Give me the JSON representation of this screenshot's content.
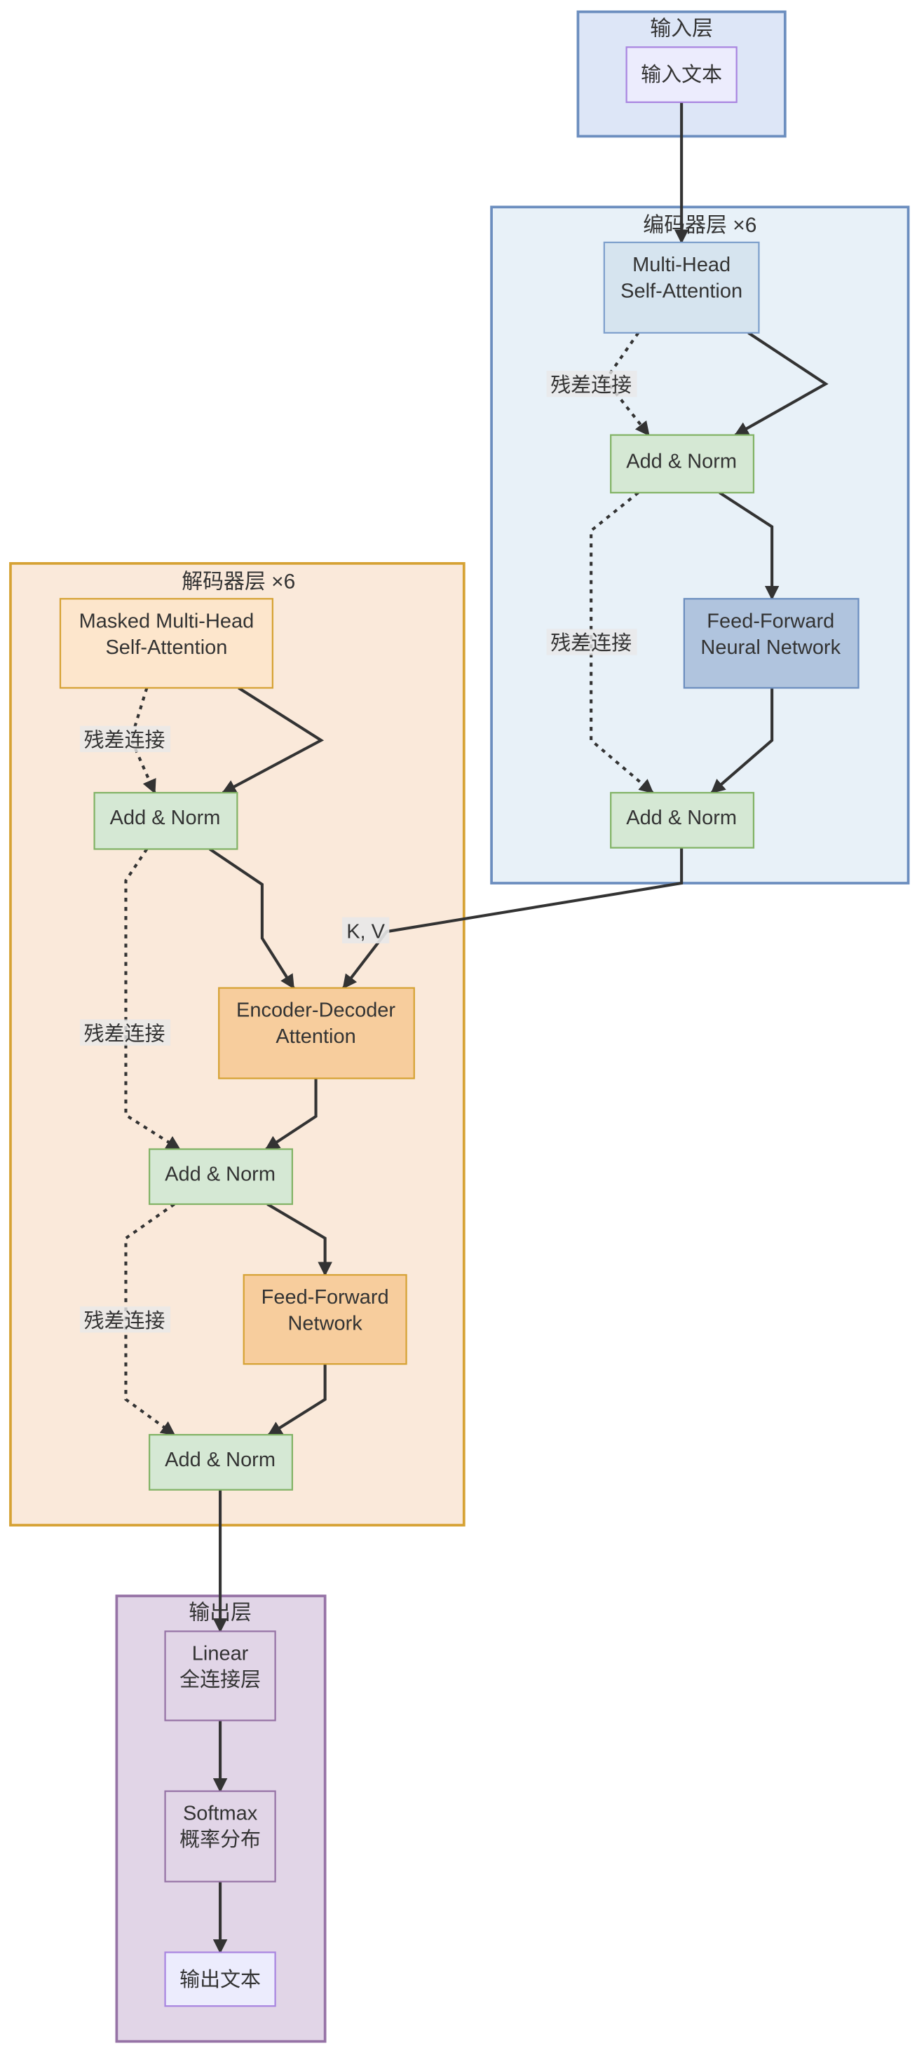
{
  "clusters": {
    "input": {
      "title": "输入层",
      "fill": "#dde6f7",
      "stroke": "#6c8ebf"
    },
    "encoder": {
      "title": "编码器层 ×6",
      "fill": "#e8f1f8",
      "stroke": "#6c8ebf"
    },
    "decoder": {
      "title": "解码器层 ×6",
      "fill": "#fae9da",
      "stroke": "#d6a234"
    },
    "output": {
      "title": "输出层",
      "fill": "#e1d5e7",
      "stroke": "#9673a6"
    }
  },
  "nodes": {
    "input_text": {
      "lines": [
        "输入文本"
      ]
    },
    "enc_mhsa": {
      "lines": [
        "Multi-Head",
        "Self-Attention"
      ]
    },
    "enc_norm1": {
      "lines": [
        "Add & Norm"
      ]
    },
    "enc_ffn": {
      "lines": [
        "Feed-Forward",
        "Neural Network"
      ]
    },
    "enc_norm2": {
      "lines": [
        "Add & Norm"
      ]
    },
    "dec_mmhsa": {
      "lines": [
        "Masked Multi-Head",
        "Self-Attention"
      ]
    },
    "dec_norm1": {
      "lines": [
        "Add & Norm"
      ]
    },
    "dec_encdec": {
      "lines": [
        "Encoder-Decoder",
        "Attention"
      ]
    },
    "dec_norm2": {
      "lines": [
        "Add & Norm"
      ]
    },
    "dec_ffn": {
      "lines": [
        "Feed-Forward",
        "Network"
      ]
    },
    "dec_norm3": {
      "lines": [
        "Add & Norm"
      ]
    },
    "linear": {
      "lines": [
        "Linear",
        "全连接层"
      ]
    },
    "softmax": {
      "lines": [
        "Softmax",
        "概率分布"
      ]
    },
    "output_text": {
      "lines": [
        "输出文本"
      ]
    }
  },
  "edge_labels": {
    "residual": "残差连接",
    "kv": "K, V"
  }
}
